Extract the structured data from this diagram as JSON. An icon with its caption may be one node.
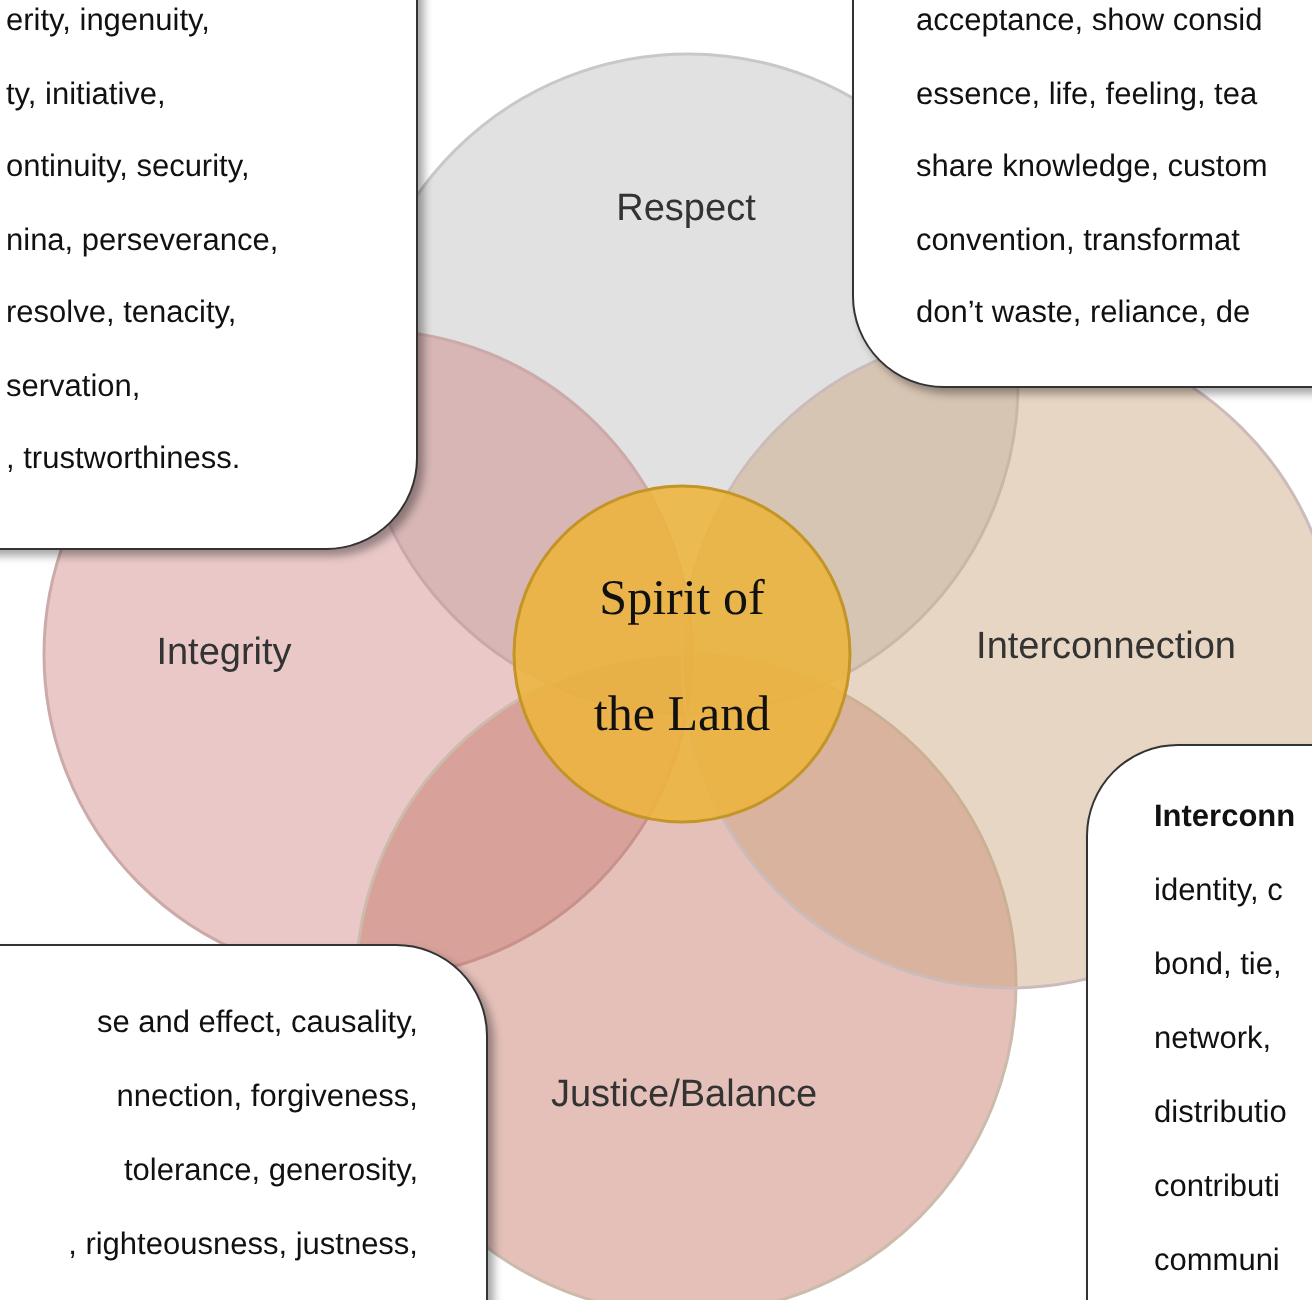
{
  "diagram": {
    "nodes": [
      {
        "text": [
          "erity, ingenuity,",
          "ty, initiative,",
          "ontinuity, security,",
          "nina, perseverance,",
          "resolve, tenacity,",
          "servation,",
          ", trustworthiness."
        ]
      },
      {
        "text": [
          "acceptance, show consid",
          "essence, life, feeling, tea",
          "share knowledge, custom",
          "convention, transformat",
          "don’t waste, reliance, de"
        ]
      },
      {
        "text": [
          "Respect"
        ]
      },
      {
        "text": [
          "Integrity"
        ]
      },
      {
        "text": [
          "Spirit of the Land"
        ]
      },
      {
        "text": [
          "Interconnection"
        ]
      },
      {
        "text": [
          "Interconn",
          "identity, c",
          "bond, tie,",
          "network,",
          "distributio",
          "contributi",
          "communi"
        ]
      },
      {
        "text": [
          "se and effect, causality,",
          "nnection, forgiveness,",
          "tolerance, generosity,",
          ", righteousness, justness,"
        ]
      },
      {
        "text": [
          "Justice/Balance"
        ]
      }
    ]
  }
}
